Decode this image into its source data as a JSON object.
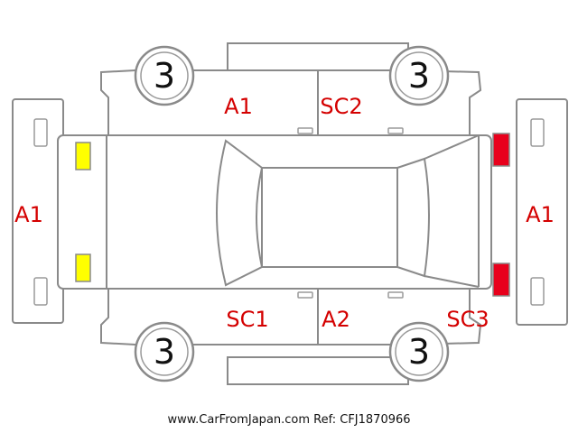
{
  "colors": {
    "outline": "#8a8a8a",
    "damage_text": "#d40000",
    "marker_yellow": "#ffff00",
    "marker_red": "#e8001c"
  },
  "wheels": {
    "front_left": "3",
    "front_right": "3",
    "rear_left": "3",
    "rear_right": "3"
  },
  "codes": {
    "left_panel": "A1",
    "right_panel": "A1",
    "top_left_door": "A1",
    "top_right_door": "SC2",
    "bottom_left_door": "SC1",
    "bottom_right_door": "A2",
    "bottom_rear": "SC3"
  },
  "footer": {
    "text": "www.CarFromJapan.com Ref: CFJ1870966"
  }
}
